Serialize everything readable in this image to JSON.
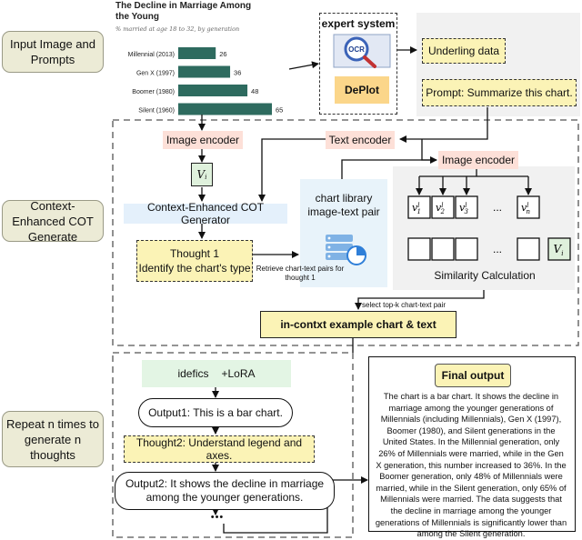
{
  "stages": {
    "input": "Input Image and Prompts",
    "context": "Context-Enhanced COT Generate",
    "repeat": "Repeat n times to generate n thoughts"
  },
  "chart_data": {
    "type": "bar",
    "title": "The Decline in Marriage Among the Young",
    "subtitle": "% married at age 18 to 32, by generation",
    "categories": [
      "Millennial (2013)",
      "Gen X (1997)",
      "Boomer (1980)",
      "Silent (1960)"
    ],
    "values": [
      26,
      36,
      48,
      65
    ],
    "bar_color": "#2e6b5f",
    "orientation": "horizontal",
    "xlim": [
      0,
      65
    ]
  },
  "expert": {
    "title": "expert system",
    "ocr": "OCR",
    "deplot": "DePlot"
  },
  "underlying": "Underling data",
  "prompt": "Prompt: Summarize this chart.",
  "image_encoder_1": "Image encoder",
  "text_encoder": "Text encoder",
  "image_encoder_2": "Image encoder",
  "vi": "V",
  "vi_sub": "i",
  "cot_generator": "Context-Enhanced COT Generator",
  "thought1": {
    "title": "Thought 1",
    "text": "Identify the chart's type"
  },
  "library": {
    "title": "chart library image-text pair"
  },
  "retrieve": "Retrieve chart-text pairs for thought 1",
  "embeddings": [
    "v",
    "v",
    "v",
    "v"
  ],
  "embedding_sups": [
    "l",
    "l",
    "l",
    "l"
  ],
  "embedding_subs": [
    "1",
    "2",
    "3",
    "n"
  ],
  "ellipsis": "...",
  "similarity": "Similarity Calculation",
  "select_topk": "select top-k chart-text pair",
  "incontext": "in-contxt example chart & text",
  "idefics": {
    "a": "idefics",
    "b": "+LoRA"
  },
  "output1": "Output1: This is a bar chart.",
  "thought2": "Thought2: Understand legend and axes.",
  "output2": "Output2: It shows the decline in marriage among the younger generations.",
  "dots": "•••",
  "final": {
    "title": "Final output",
    "text": "The chart is a bar chart. It shows the decline in marriage among the younger generations of Millennials (including Millennials), Gen X (1997), Boomer (1980), and Silent generations in the United States. In the Millennial generation, only 26% of Millennials were married, while in the Gen X generation, this number increased to 36%. In the Boomer generation, only 48% of Millennials were married, while in the Silent generation, only 65% of Millennials were married. The data suggests that the decline in marriage among the younger generations of Millennials is significantly lower than among the Silent generation."
  }
}
